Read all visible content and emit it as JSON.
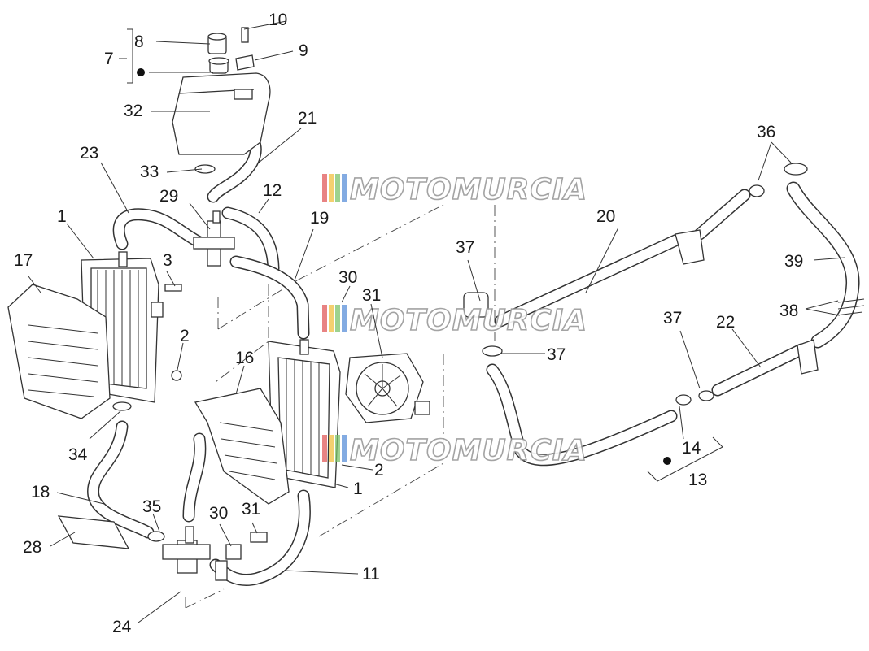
{
  "watermark": {
    "text": "MOTOMURCIA",
    "stripe_colors": [
      "#e05a5a",
      "#f0c040",
      "#7cc36a",
      "#5a8fd8"
    ]
  },
  "labels": [
    {
      "id": "n1a",
      "text": "1"
    },
    {
      "id": "n1b",
      "text": "1"
    },
    {
      "id": "n2a",
      "text": "2"
    },
    {
      "id": "n2b",
      "text": "2"
    },
    {
      "id": "n3",
      "text": "3"
    },
    {
      "id": "n7",
      "text": "7"
    },
    {
      "id": "n8",
      "text": "8"
    },
    {
      "id": "n9",
      "text": "9"
    },
    {
      "id": "n10",
      "text": "10"
    },
    {
      "id": "n11",
      "text": "11"
    },
    {
      "id": "n12",
      "text": "12"
    },
    {
      "id": "n13",
      "text": "13"
    },
    {
      "id": "n14",
      "text": "14"
    },
    {
      "id": "n16",
      "text": "16"
    },
    {
      "id": "n17",
      "text": "17"
    },
    {
      "id": "n18",
      "text": "18"
    },
    {
      "id": "n19",
      "text": "19"
    },
    {
      "id": "n20",
      "text": "20"
    },
    {
      "id": "n21",
      "text": "21"
    },
    {
      "id": "n22",
      "text": "22"
    },
    {
      "id": "n23",
      "text": "23"
    },
    {
      "id": "n24",
      "text": "24"
    },
    {
      "id": "n28",
      "text": "28"
    },
    {
      "id": "n29",
      "text": "29"
    },
    {
      "id": "n30a",
      "text": "30"
    },
    {
      "id": "n30b",
      "text": "30"
    },
    {
      "id": "n31a",
      "text": "31"
    },
    {
      "id": "n31b",
      "text": "31"
    },
    {
      "id": "n32",
      "text": "32"
    },
    {
      "id": "n33",
      "text": "33"
    },
    {
      "id": "n34",
      "text": "34"
    },
    {
      "id": "n35",
      "text": "35"
    },
    {
      "id": "n36",
      "text": "36"
    },
    {
      "id": "n37a",
      "text": "37"
    },
    {
      "id": "n37b",
      "text": "37"
    },
    {
      "id": "n37c",
      "text": "37"
    },
    {
      "id": "n38",
      "text": "38"
    },
    {
      "id": "n39",
      "text": "39"
    }
  ]
}
